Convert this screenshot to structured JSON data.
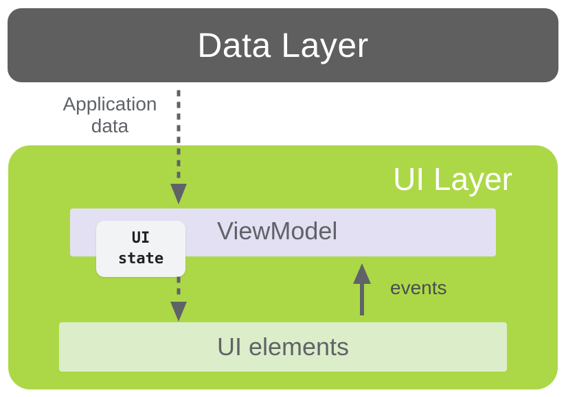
{
  "data_layer": {
    "title": "Data Layer"
  },
  "application_data": {
    "line1": "Application",
    "line2": "data"
  },
  "ui_layer": {
    "title": "UI Layer",
    "viewmodel_label": "ViewModel",
    "ui_state_line1": "UI",
    "ui_state_line2": "state",
    "ui_elements_label": "UI elements",
    "events_label": "events"
  },
  "colors": {
    "data_layer_bg": "#5f5f5f",
    "ui_layer_bg": "#acd847",
    "viewmodel_bg": "#e3e0f3",
    "ui_elements_bg": "#dcedc9",
    "ui_state_bg": "#f1f3f4",
    "arrow": "#5f6368"
  }
}
